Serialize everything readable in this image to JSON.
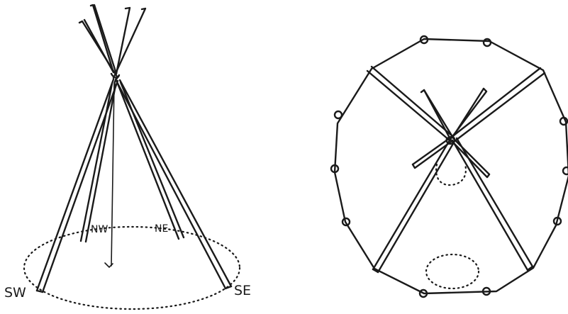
{
  "left_diagram": {
    "labels": {
      "nw": "NW",
      "ne": "NE",
      "sw": "SW",
      "se": "SE"
    }
  }
}
